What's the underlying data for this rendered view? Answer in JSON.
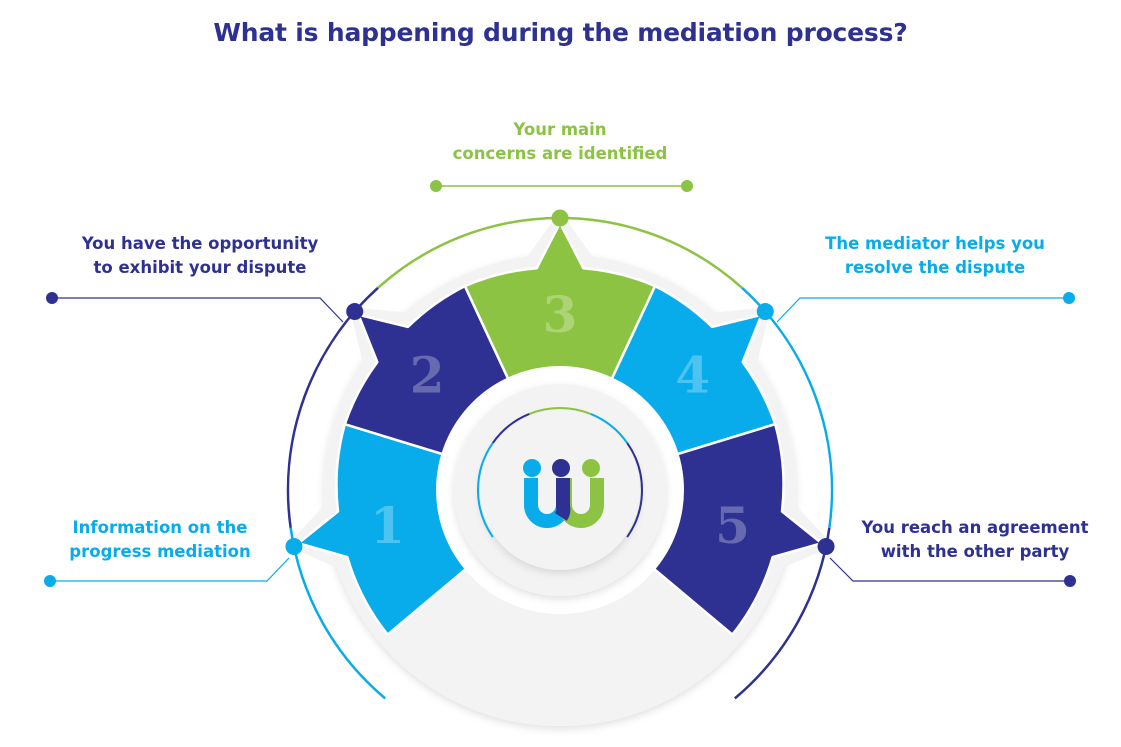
{
  "title": "What is happening during the mediation process?",
  "colors": {
    "navy": "#2e3192",
    "sky": "#08acea",
    "green": "#8cc342",
    "light_gray": "#f3f3f3",
    "white": "#ffffff"
  },
  "steps": [
    {
      "number": "1",
      "label_line1": "Information on the",
      "label_line2": "progress mediation",
      "color": "#08acea"
    },
    {
      "number": "2",
      "label_line1": "You have the opportunity",
      "label_line2": "to exhibit your dispute",
      "color": "#2e3192"
    },
    {
      "number": "3",
      "label_line1": "Your main",
      "label_line2": "concerns are identified",
      "color": "#8cc342"
    },
    {
      "number": "4",
      "label_line1": "The mediator helps you",
      "label_line2": "resolve the dispute",
      "color": "#08acea"
    },
    {
      "number": "5",
      "label_line1": "You reach an agreement",
      "label_line2": "with the other party",
      "color": "#2e3192"
    }
  ],
  "logo": {
    "name": "mediation-logo",
    "dot_colors": [
      "#08acea",
      "#2e3192",
      "#8cc342"
    ]
  }
}
